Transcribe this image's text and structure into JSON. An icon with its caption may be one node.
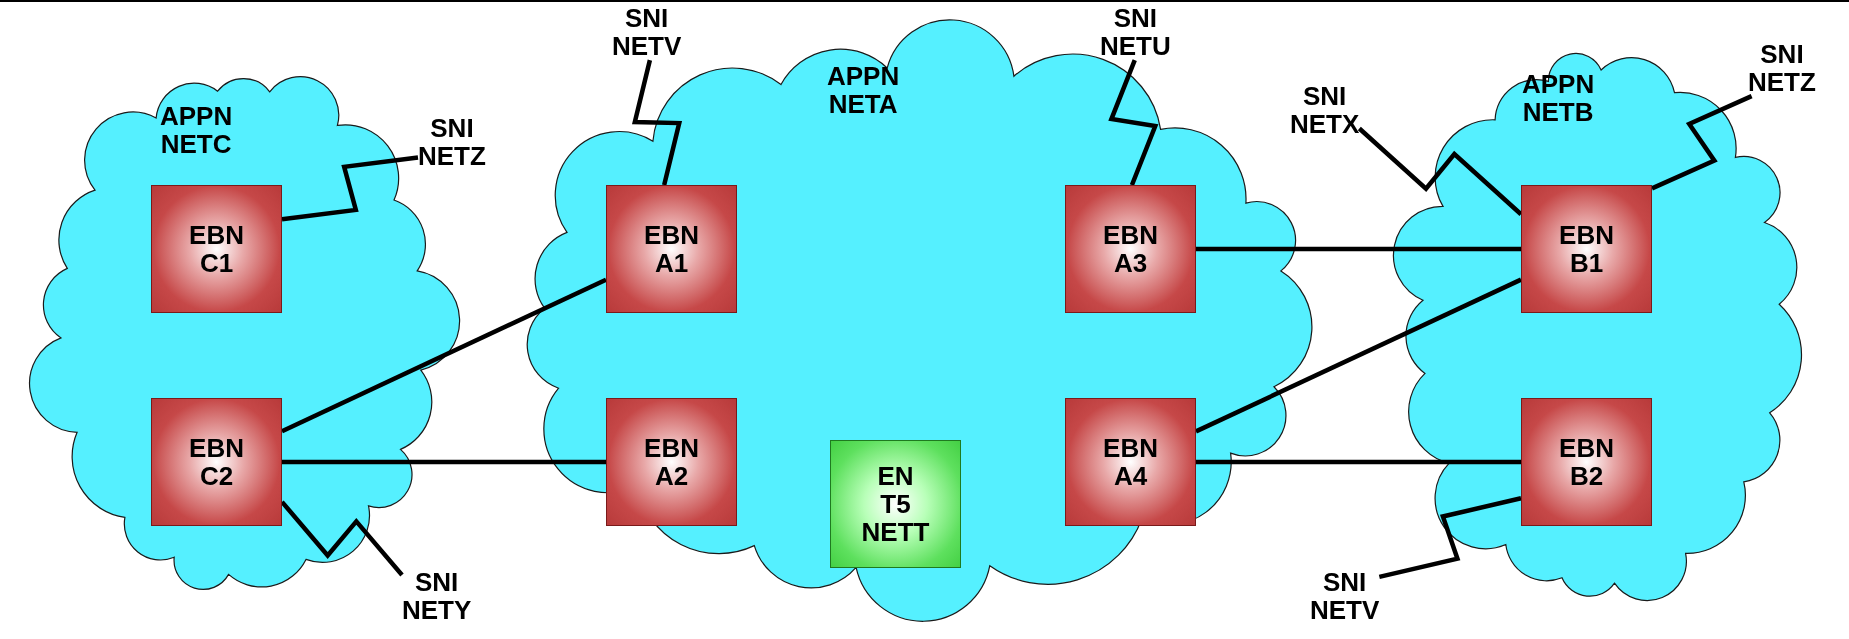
{
  "diagram": {
    "nodes": [
      {
        "text": [
          "APPN NETC"
        ]
      },
      {
        "text": [
          "EBN C1"
        ],
        "in": 0
      },
      {
        "text": [
          "EBN C2"
        ],
        "in": 0
      },
      {
        "text": [
          "APPN NETA"
        ]
      },
      {
        "text": [
          "EBN A1"
        ],
        "in": 3
      },
      {
        "text": [
          "EBN A2"
        ],
        "in": 3
      },
      {
        "text": [
          "EBN A3"
        ],
        "in": 3
      },
      {
        "text": [
          "EBN A4"
        ],
        "in": 3
      },
      {
        "text": [
          "EN T5 NETT"
        ],
        "in": 3
      },
      {
        "text": [
          "APPN NETB"
        ]
      },
      {
        "text": [
          "EBN B1"
        ],
        "in": 9
      },
      {
        "text": [
          "EBN B2"
        ],
        "in": 9
      },
      {
        "text": [
          "SNI NETZ"
        ]
      },
      {
        "text": [
          "SNI NETV"
        ]
      },
      {
        "text": [
          "SNI NETU"
        ]
      },
      {
        "text": [
          "SNI NETX"
        ]
      },
      {
        "text": [
          "SNI NETZ"
        ]
      },
      {
        "text": [
          "SNI NETY"
        ]
      },
      {
        "text": [
          "SNI NETV"
        ]
      }
    ],
    "edges": [
      {
        "from": 1,
        "to": 12,
        "arrow": "none"
      },
      {
        "from": 4,
        "to": 13,
        "arrow": "none"
      },
      {
        "from": 6,
        "to": 14,
        "arrow": "none"
      },
      {
        "from": 15,
        "to": 10,
        "arrow": "none"
      },
      {
        "from": 10,
        "to": 16,
        "arrow": "none"
      },
      {
        "from": 2,
        "to": 4,
        "arrow": "none"
      },
      {
        "from": 2,
        "to": 5,
        "arrow": "none"
      },
      {
        "from": 6,
        "to": 10,
        "arrow": "none"
      },
      {
        "from": 7,
        "to": 10,
        "arrow": "none"
      },
      {
        "from": 7,
        "to": 11,
        "arrow": "none"
      },
      {
        "from": 2,
        "to": 17,
        "arrow": "none"
      },
      {
        "from": 18,
        "to": 11,
        "arrow": "none"
      }
    ]
  }
}
